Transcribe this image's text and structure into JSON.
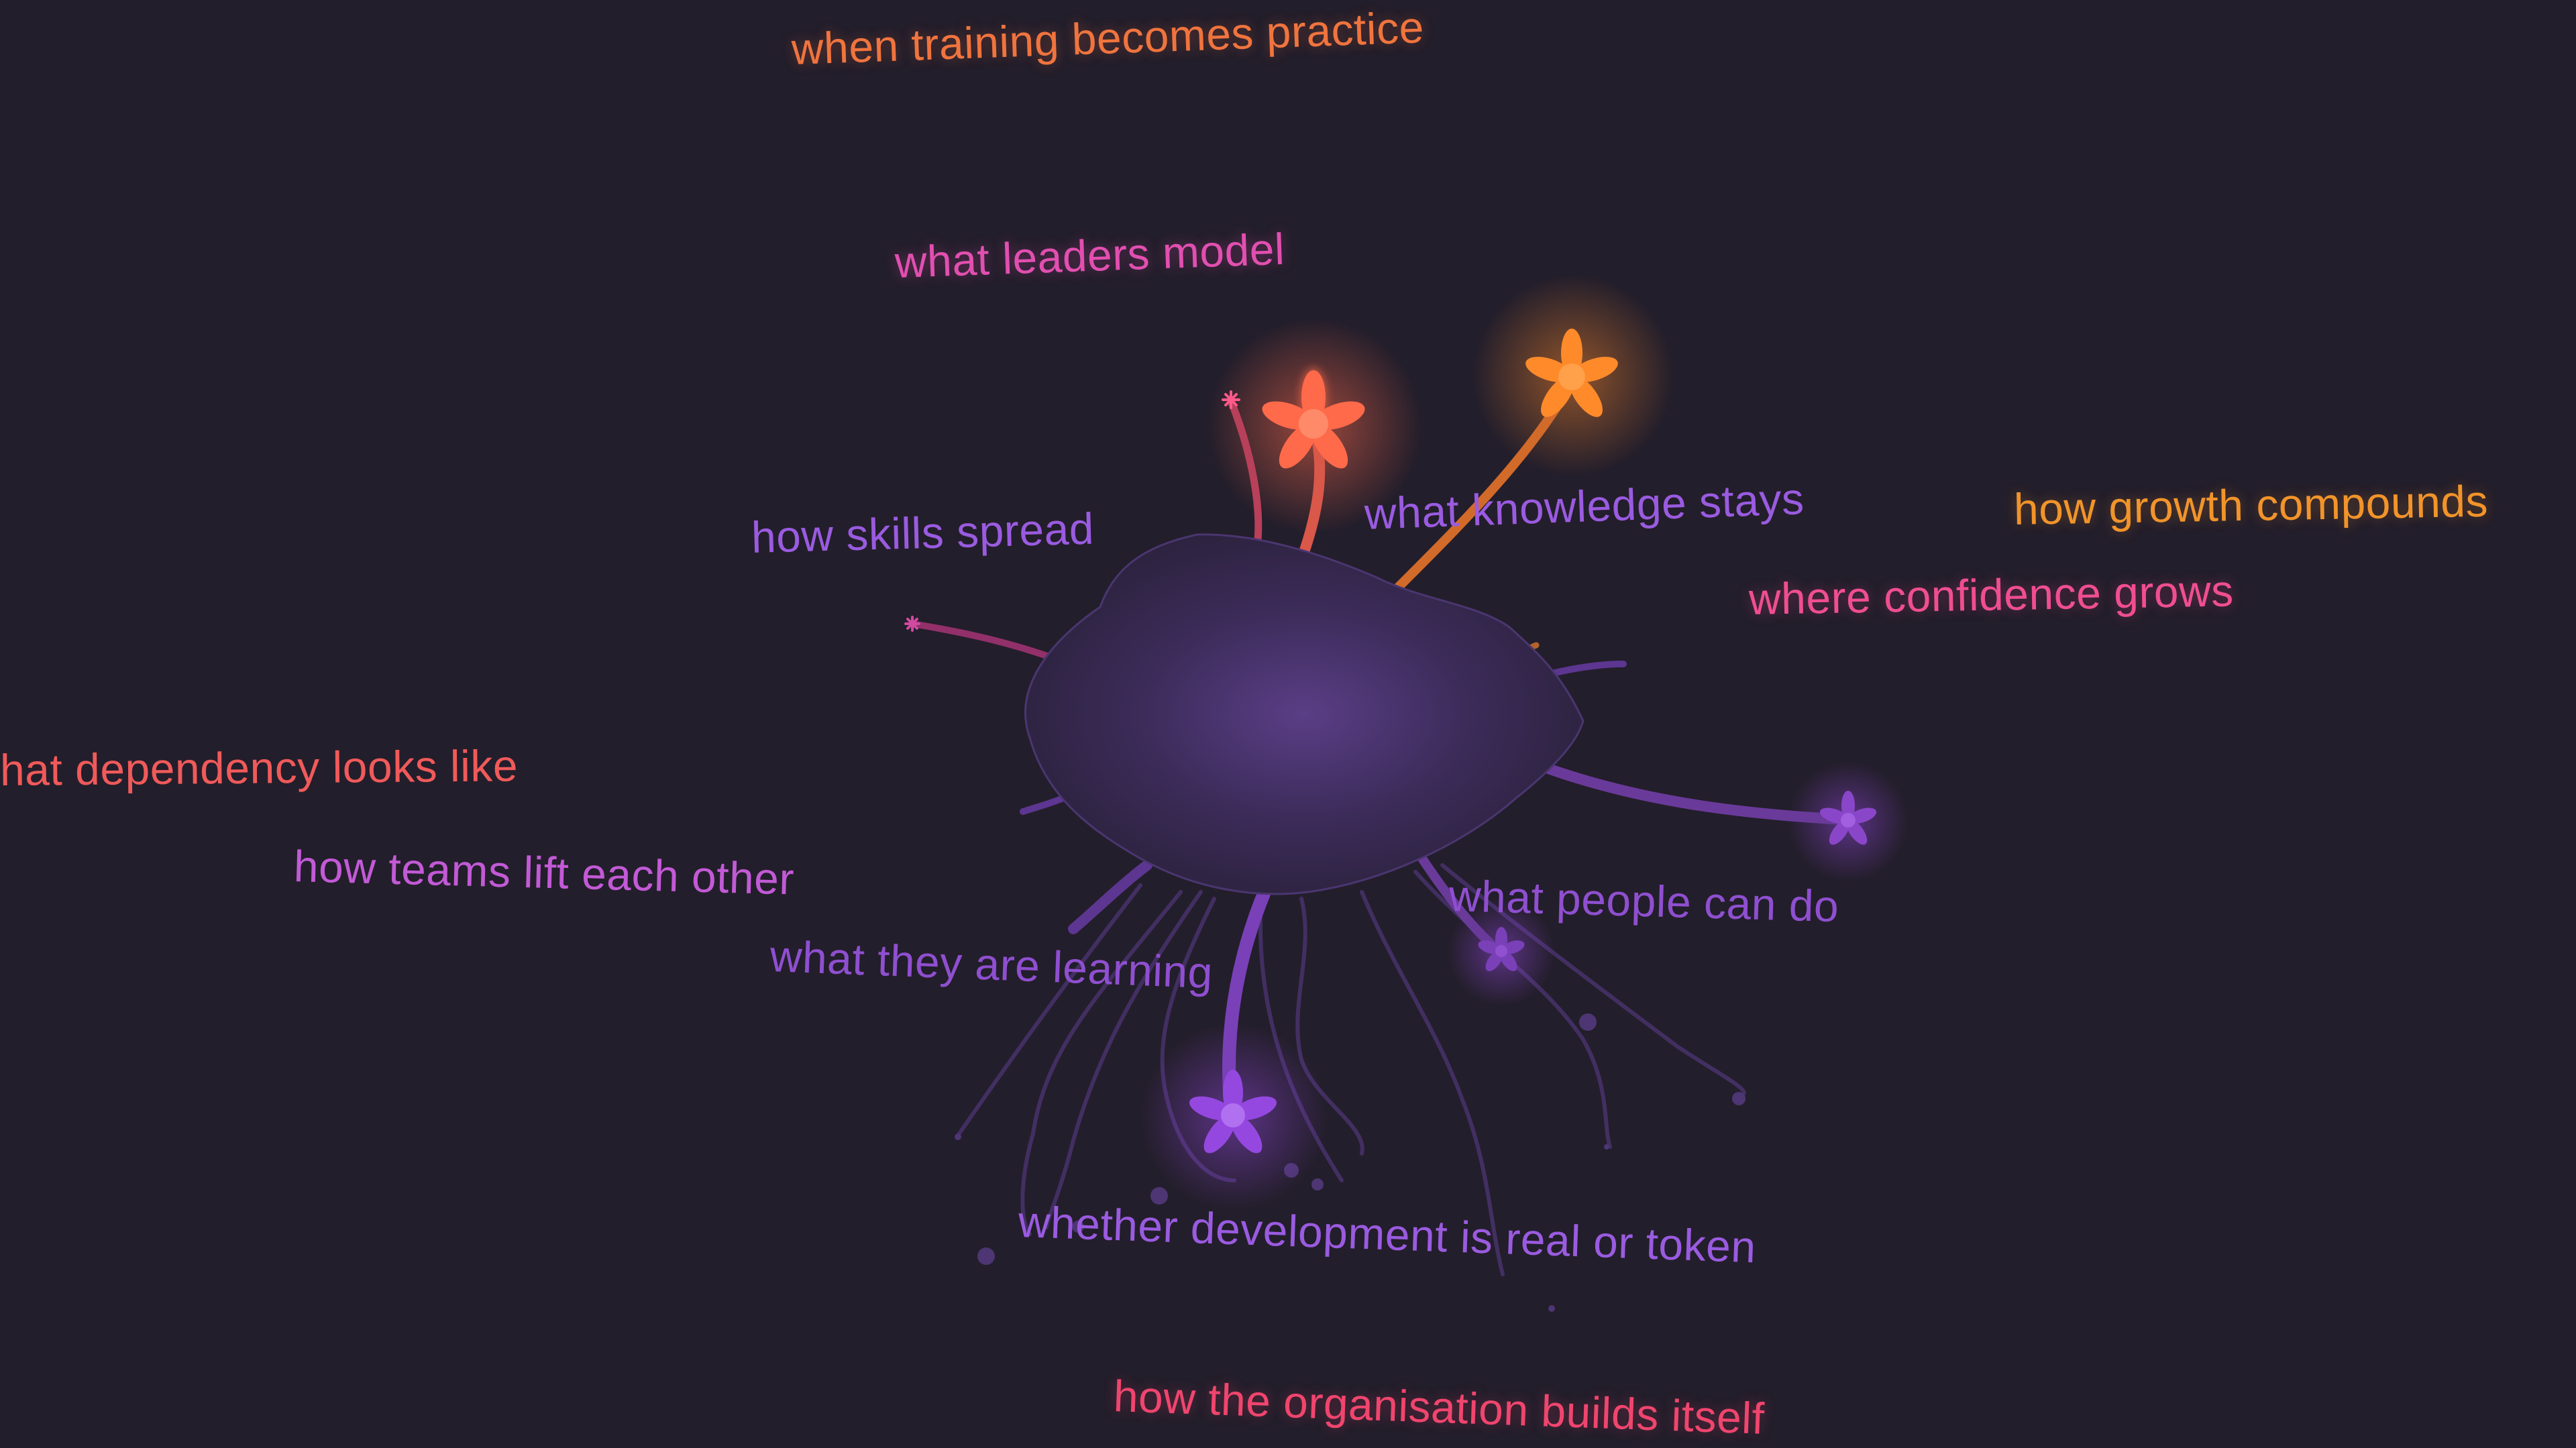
{
  "theme": {
    "background": "#231e2b",
    "body_fill": "#3a2a55",
    "body_glow": "#5a3e86"
  },
  "labels": {
    "training": {
      "text": "when training becomes practice",
      "color": "#f0743e"
    },
    "leaders": {
      "text": "what leaders model",
      "color": "#e24fb0"
    },
    "skills": {
      "text": "how skills spread",
      "color": "#9a5be0"
    },
    "knowledge": {
      "text": "what knowledge stays",
      "color": "#9a5be0"
    },
    "growth": {
      "text": "how growth compounds",
      "color": "#f2942a"
    },
    "confidence": {
      "text": "where confidence grows",
      "color": "#f04e90"
    },
    "dependency": {
      "text": "hat dependency looks like",
      "color": "#f05a5a"
    },
    "teams": {
      "text": "how teams lift each other",
      "color": "#c25ad6"
    },
    "learning": {
      "text": "what they are learning",
      "color": "#8f4fd0"
    },
    "people": {
      "text": "what people can do",
      "color": "#8f4fd0"
    },
    "development": {
      "text": "whether development is real or token",
      "color": "#9a5be0"
    },
    "organisation": {
      "text": "how the organisation builds itself",
      "color": "#f0456e"
    }
  },
  "flowers": [
    {
      "name": "flower-coral",
      "color": "#ff6a4a"
    },
    {
      "name": "flower-orange",
      "color": "#ff8a2a"
    },
    {
      "name": "flower-violet-right",
      "color": "#8a46c8"
    },
    {
      "name": "flower-violet-lower",
      "color": "#7a40b8"
    },
    {
      "name": "flower-violet-bottom",
      "color": "#9548e0"
    }
  ]
}
